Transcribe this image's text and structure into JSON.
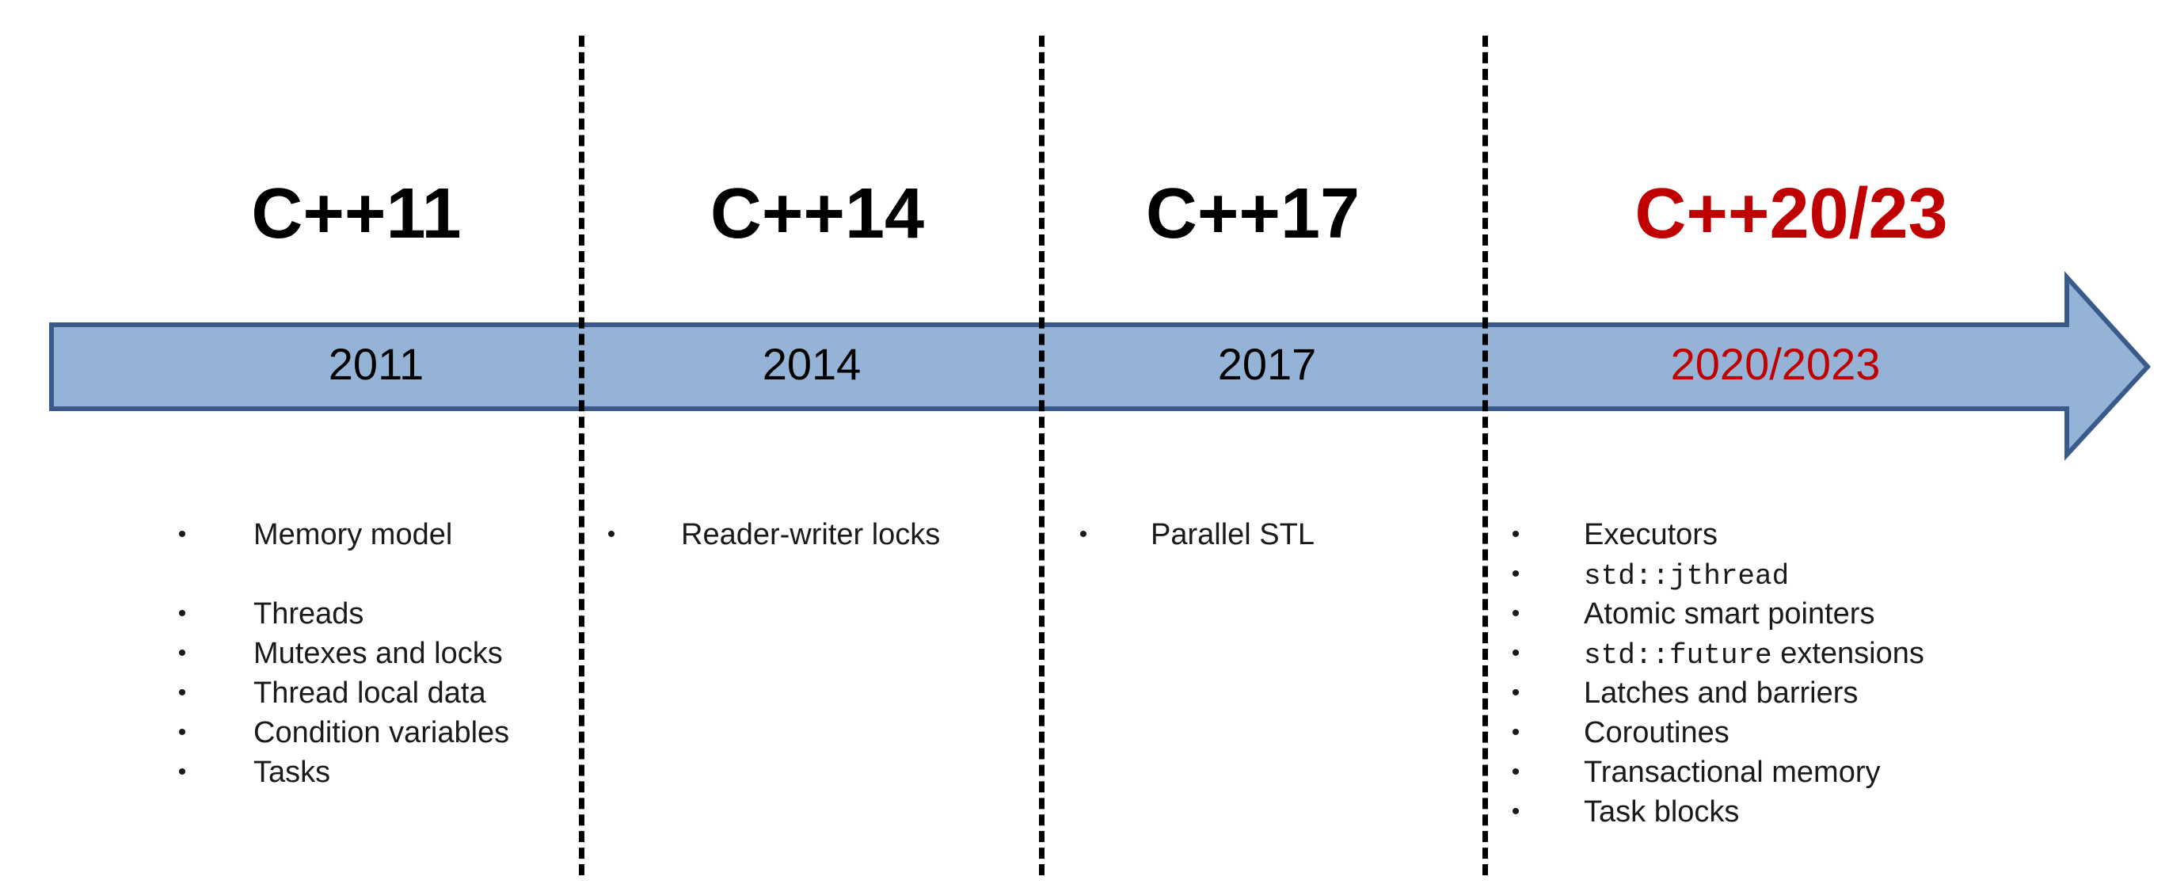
{
  "colors": {
    "arrow_fill": "#95b3d7",
    "arrow_stroke": "#3a5a8c",
    "text": "#000000",
    "highlight": "#c00000"
  },
  "eras": [
    {
      "version": "C++11",
      "year": "2011",
      "highlight": false,
      "features": [
        {
          "text": "Memory model"
        },
        {
          "text": "Threads"
        },
        {
          "text": "Mutexes and locks"
        },
        {
          "text": "Thread  local data"
        },
        {
          "text": "Condition  variables"
        },
        {
          "text": "Tasks"
        }
      ]
    },
    {
      "version": "C++14",
      "year": "2014",
      "highlight": false,
      "features": [
        {
          "text": "Reader-writer  locks"
        }
      ]
    },
    {
      "version": "C++17",
      "year": "2017",
      "highlight": false,
      "features": [
        {
          "text": "Parallel STL"
        }
      ]
    },
    {
      "version": "C++20/23",
      "year": "2020/2023",
      "highlight": true,
      "features": [
        {
          "text": "Executors"
        },
        {
          "text": "std::jthread",
          "code": true
        },
        {
          "text": "Atomic smart pointers"
        },
        {
          "text": "std::future extensions",
          "code_prefix": "std::future",
          "rest": " extensions"
        },
        {
          "text": "Latches and barriers"
        },
        {
          "text": "Coroutines"
        },
        {
          "text": "Transactional  memory"
        },
        {
          "text": "Task blocks"
        }
      ]
    }
  ],
  "bullet_glyph": "•"
}
